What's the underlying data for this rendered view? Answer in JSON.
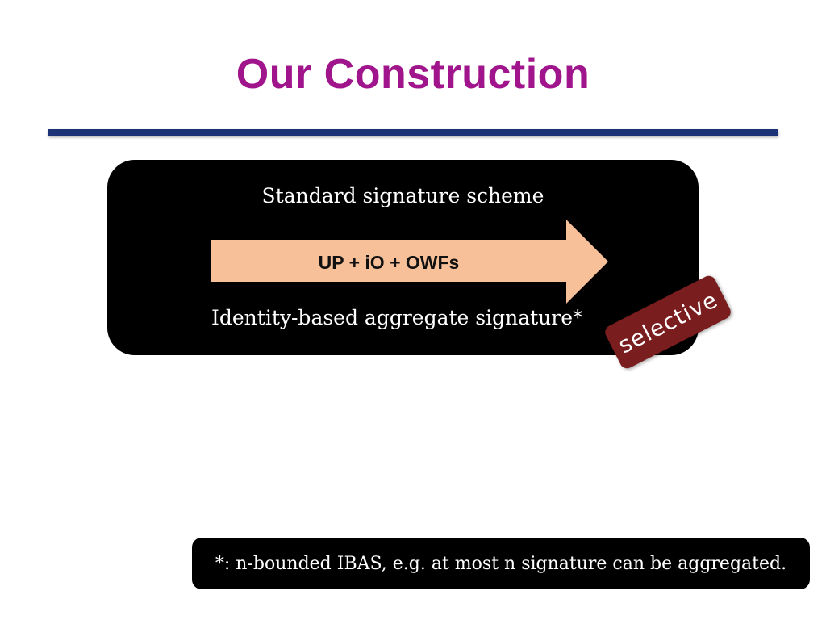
{
  "slide": {
    "title": "Our Construction",
    "title_color": "#a0148c",
    "rule_color": "#1c3276"
  },
  "diagram": {
    "top_label": "Standard signature scheme",
    "arrow_label": "UP + iO + OWFs",
    "arrow_color": "#f8c098",
    "bottom_label": "Identity-based aggregate signature*",
    "stamp_label": "selective",
    "stamp_color": "#7a1d1f"
  },
  "footnote": {
    "text": "*: n-bounded IBAS, e.g. at most n signature can be aggregated."
  }
}
